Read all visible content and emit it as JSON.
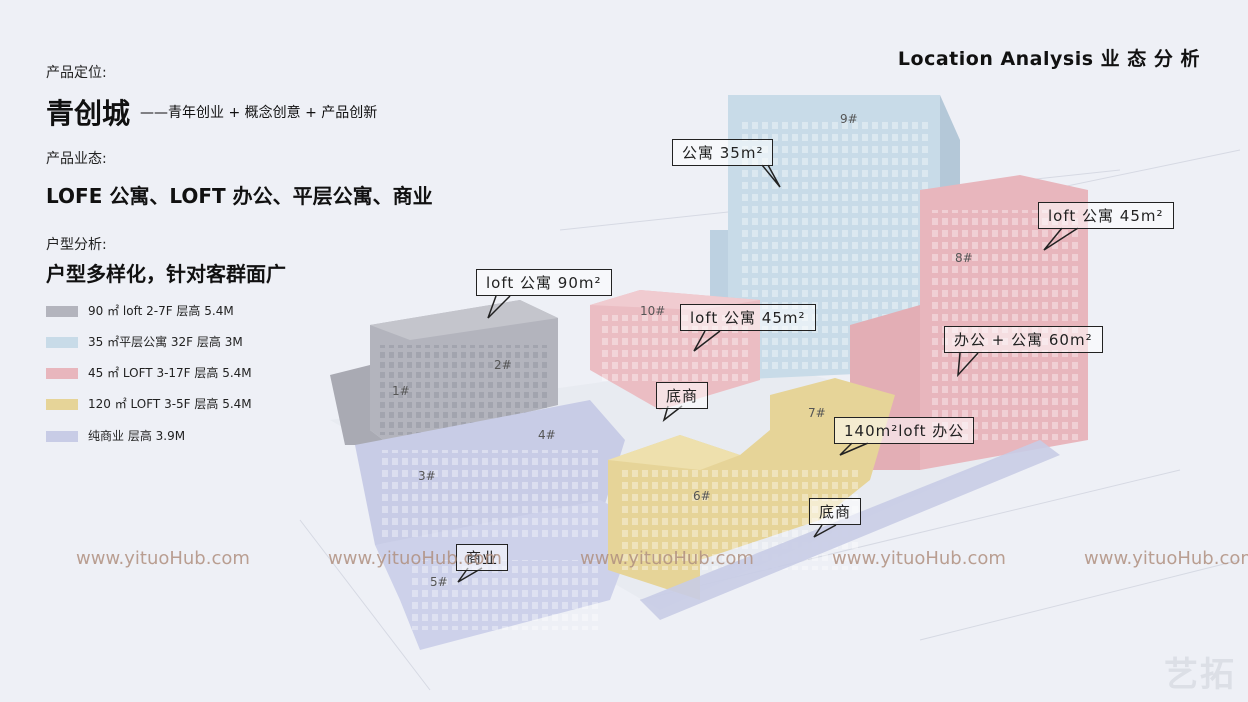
{
  "header": {
    "title": "Location Analysis 业 态 分 析"
  },
  "positioning": {
    "label": "产品定位:",
    "brand": "青创城",
    "slogan": "——青年创业 + 概念创意 + 产品创新"
  },
  "formats": {
    "label": "产品业态:",
    "value": "LOFE 公寓、LOFT 办公、平层公寓、商业"
  },
  "unit_analysis": {
    "label": "户型分析:",
    "value": "户型多样化，针对客群面广"
  },
  "legend": [
    {
      "text": "90 ㎡ loft 2-7F 层高 5.4M",
      "color": "#b3b4bd"
    },
    {
      "text": "35 ㎡平层公寓 32F 层高 3M",
      "color": "#c8dbe8"
    },
    {
      "text": "45 ㎡ LOFT 3-17F 层高 5.4M",
      "color": "#e8b6bd"
    },
    {
      "text": "120 ㎡ LOFT 3-5F 层高 5.4M",
      "color": "#e6d498"
    },
    {
      "text": "纯商业 层高 3.9M",
      "color": "#c8cce6"
    }
  ],
  "callouts": {
    "c9": "公寓 35m²",
    "c8": "loft 公寓 45m²",
    "c2": "loft 公寓 90m²",
    "c10": "loft 公寓 45m²",
    "c8b": "办公 + 公寓 60m²",
    "shop1": "底商",
    "c7": "140m²loft 办公",
    "shop2": "底商",
    "c5": "商业"
  },
  "buildings": {
    "b1": "1#",
    "b2": "2#",
    "b3": "3#",
    "b4": "4#",
    "b5": "5#",
    "b6": "6#",
    "b7": "7#",
    "b8": "8#",
    "b9": "9#",
    "b10": "10#"
  },
  "watermark": {
    "text": "www.yituoHub.com",
    "logo": "艺拓"
  },
  "colors": {
    "grey": "#b3b4bd",
    "blue": "#c8dbe8",
    "pink": "#e8b6bd",
    "yellow": "#e6d498",
    "lavender": "#c8cce6",
    "background": "#eef0f6"
  }
}
